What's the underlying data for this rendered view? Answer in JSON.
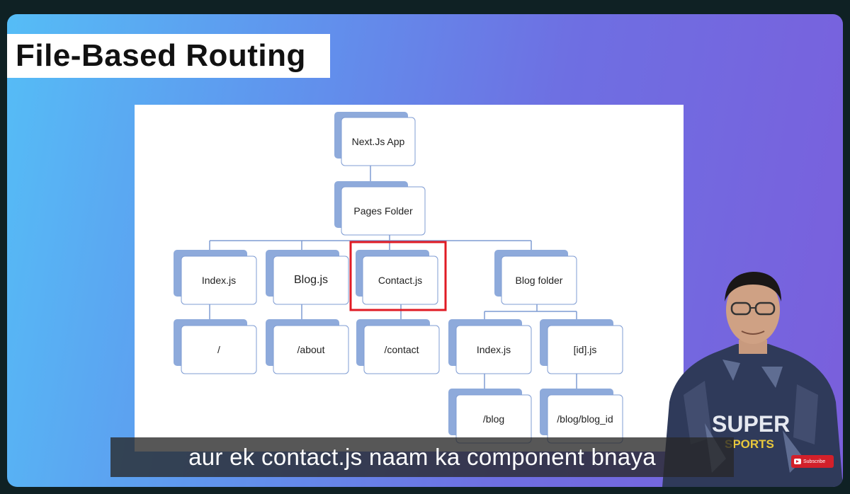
{
  "title": "File-Based Routing",
  "diagram": {
    "nodes": {
      "root": "Next.Js App",
      "pages": "Pages Folder",
      "index": "Index.js",
      "blog_js": "Blog.js",
      "contact": "Contact.js",
      "blog_folder": "Blog folder",
      "route_root": "/",
      "route_about": "/about",
      "route_contact": "/contact",
      "blog_index": "Index.js",
      "blog_id": "[id].js",
      "route_blog": "/blog",
      "route_blog_id": "/blog/blog_id"
    },
    "highlight_color": "#e01b24",
    "box_shadow_color": "#8eaadb",
    "box_border_color": "#7f9cd3"
  },
  "subtitle": "aur ek contact.js naam ka component bnaya",
  "subscribe_label": "Subscribe",
  "shirt_text": {
    "line1": "SUPER",
    "line2": "SPORTS"
  }
}
